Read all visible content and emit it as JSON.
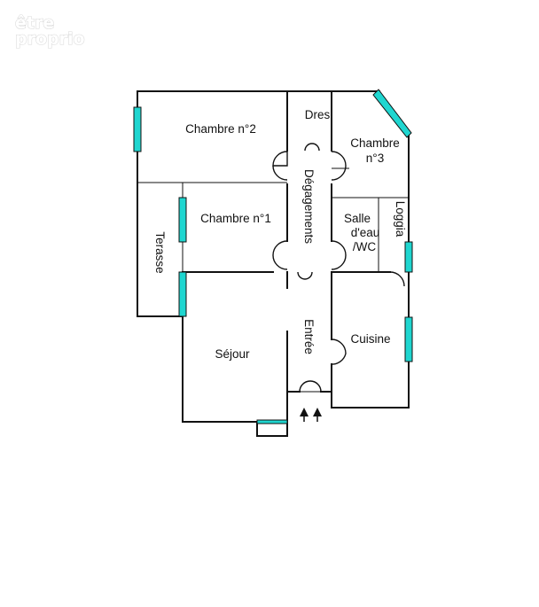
{
  "watermark": {
    "line1": "être",
    "line2": "proprio"
  },
  "colors": {
    "wall": "#111111",
    "window": "#1fd6d0",
    "background": "#ffffff"
  },
  "rooms": {
    "chambre2": "Chambre n°2",
    "dres": "Dres",
    "chambre3_line1": "Chambre",
    "chambre3_line2": "n°3",
    "degagements": "Dégagements",
    "chambre1": "Chambre n°1",
    "terasse": "Terasse",
    "salle_line1": "Salle",
    "salle_line2": "d'eau",
    "salle_line3": "/WC",
    "loggia": "Loggia",
    "sejour": "Séjour",
    "entree": "Entrée",
    "cuisine": "Cuisine"
  },
  "entrance_marker": "entrance-arrows-icon"
}
